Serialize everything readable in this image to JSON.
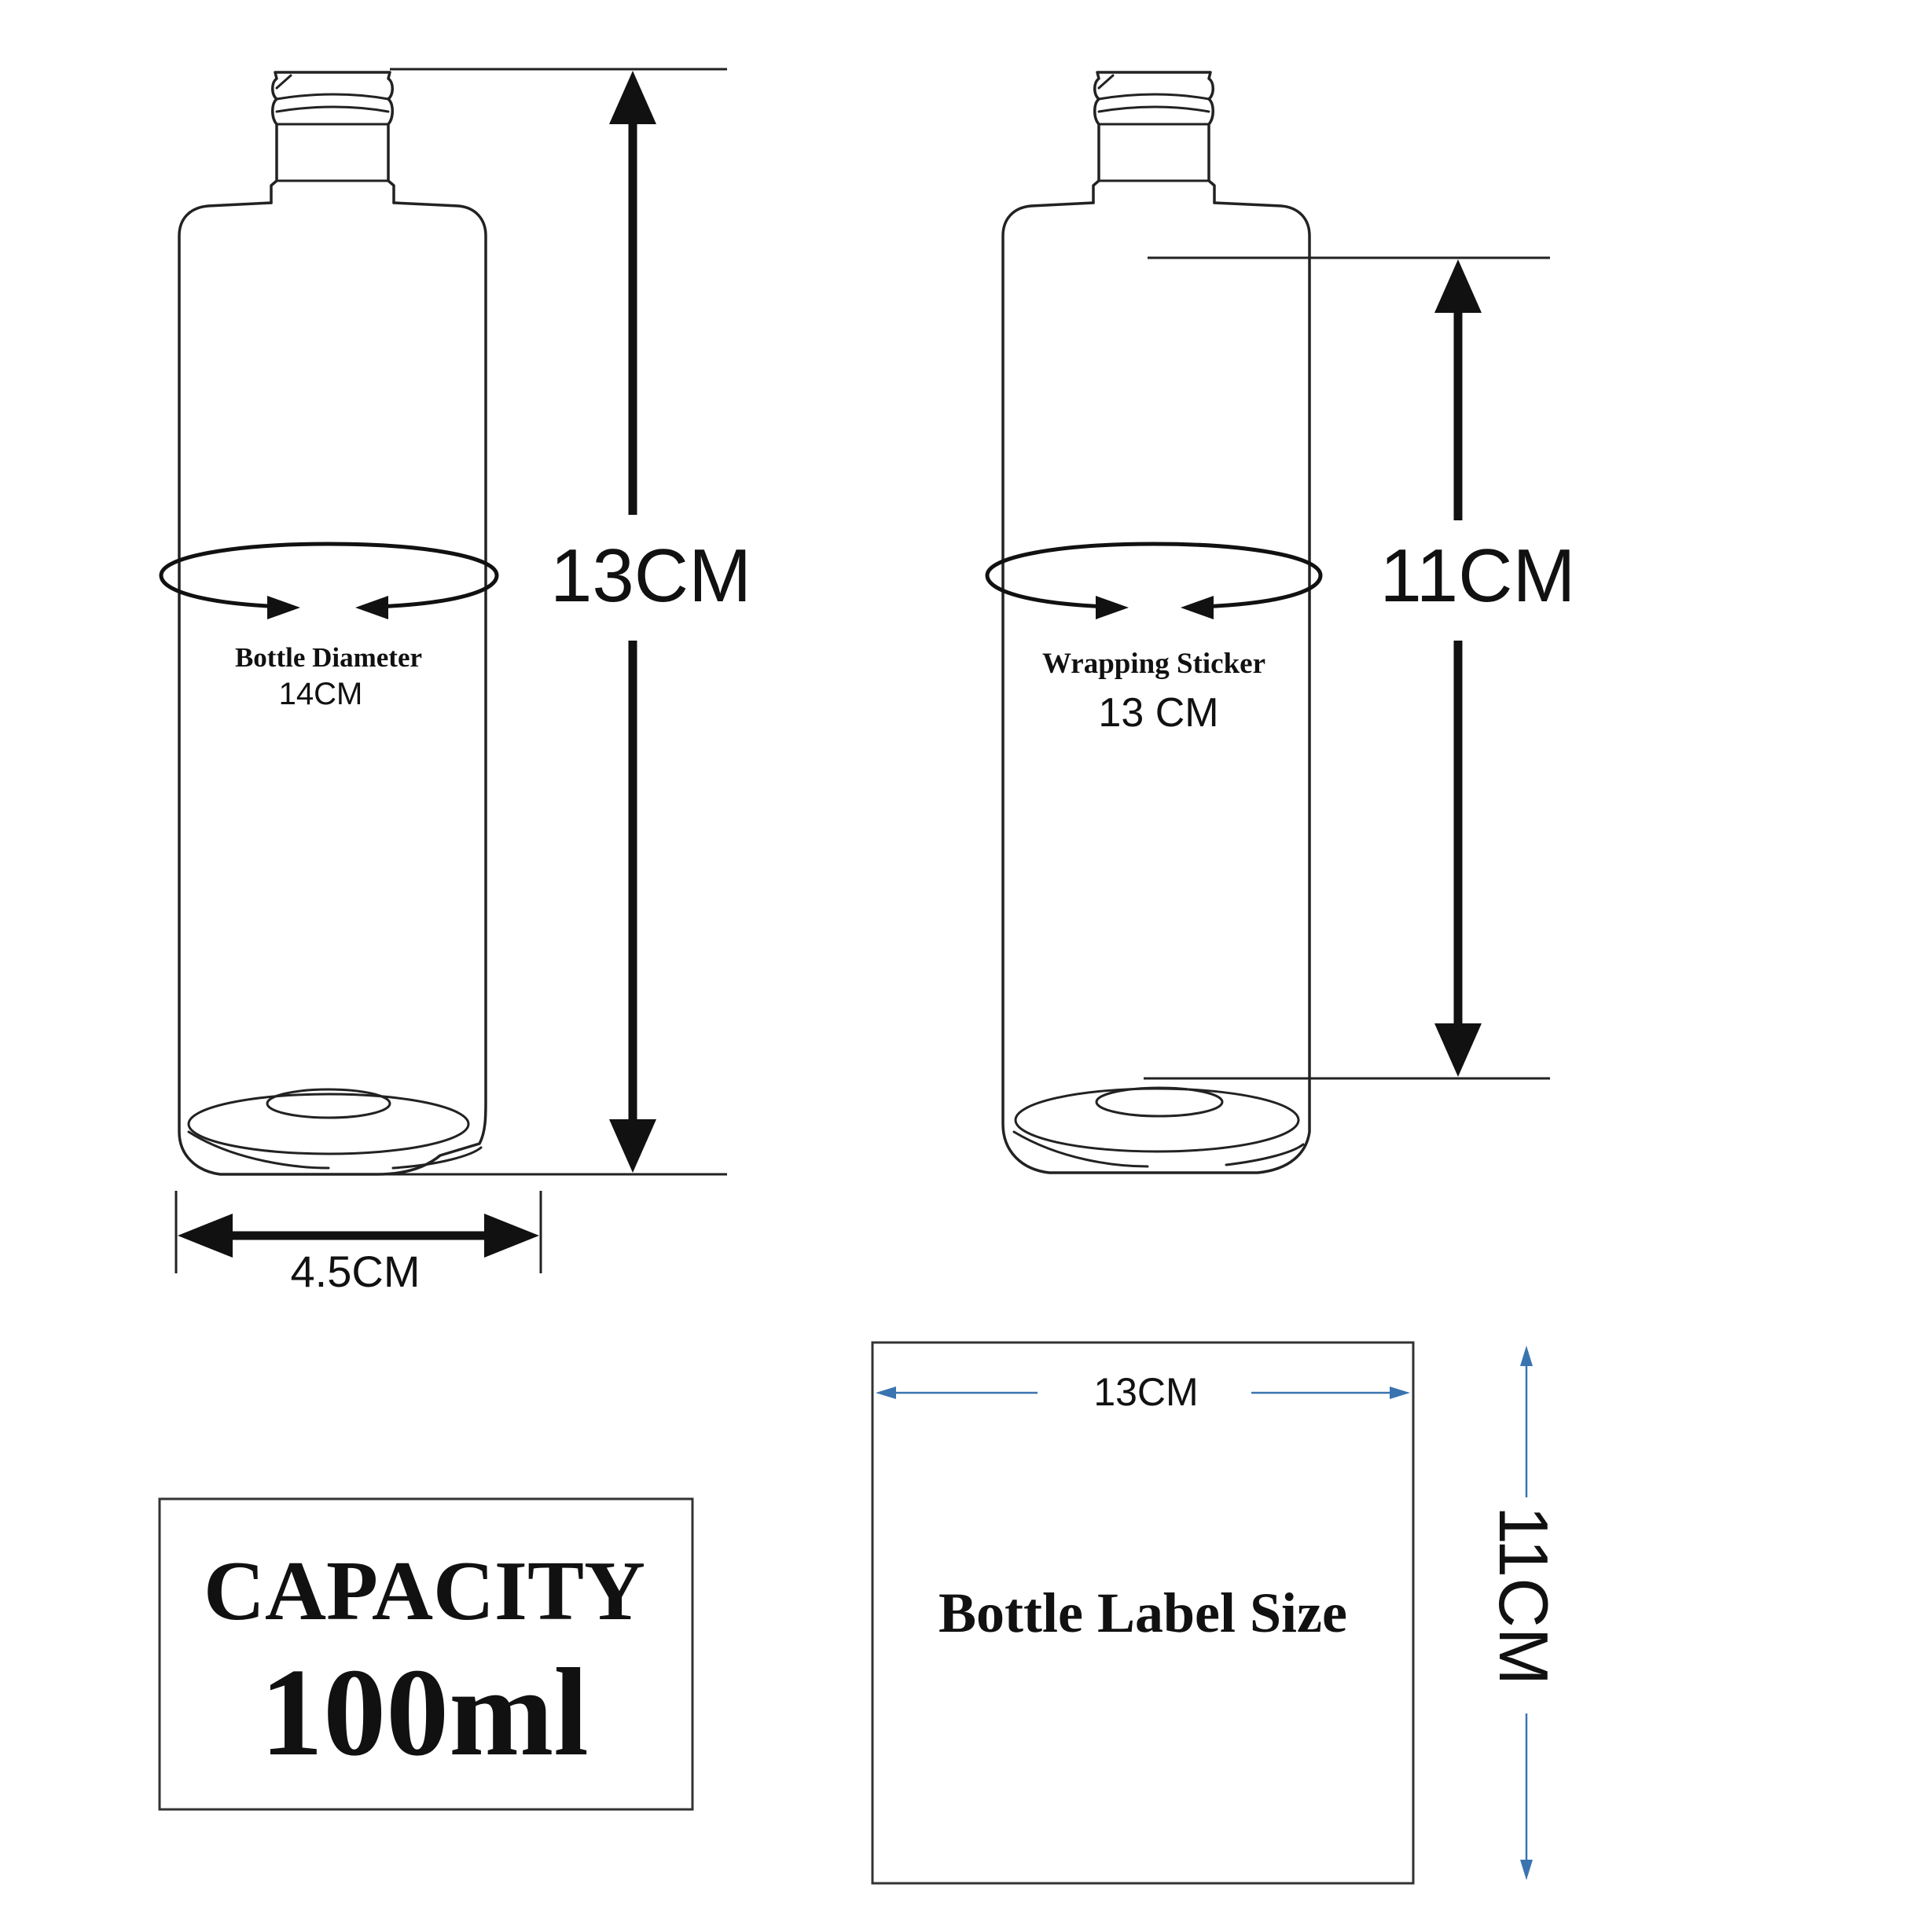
{
  "left_bottle": {
    "height_label": "13CM",
    "width_label": "4.5CM",
    "ring_caption": "Bottle Diameter",
    "ring_value": "14CM"
  },
  "right_bottle": {
    "height_label": "11CM",
    "ring_caption": "Wrapping Sticker",
    "ring_value": "13 CM"
  },
  "capacity": {
    "title": "CAPACITY",
    "value": "100ml"
  },
  "label_box": {
    "title": "Bottle Label Size",
    "width_label": "13CM",
    "height_label": "11CM"
  },
  "colors": {
    "line": "#222222",
    "dimension_blue": "#3a74b0"
  }
}
